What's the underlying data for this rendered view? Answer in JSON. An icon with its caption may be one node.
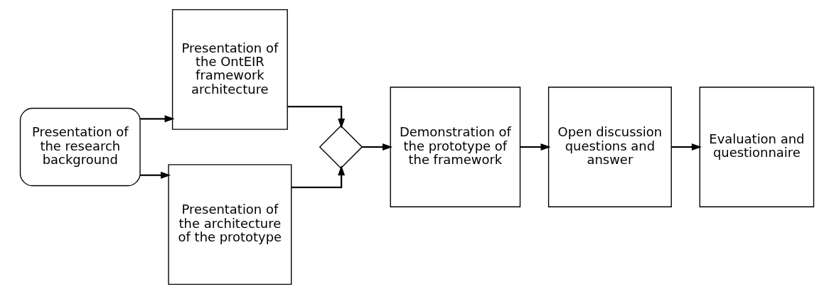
{
  "diagram": {
    "nodes": [
      {
        "text": [
          "Presentation of the research background"
        ]
      },
      {
        "text": [
          "Presentation of the OntEIR framework architecture"
        ]
      },
      {
        "text": [
          "Presentation of the architecture of the prototype"
        ]
      },
      {
        "text": [],
        "shape": "diamond"
      },
      {
        "text": [
          "Demonstration of the prototype of the framework"
        ]
      },
      {
        "text": [
          "Open discussion questions and answer"
        ]
      },
      {
        "text": [
          "Evaluation and questionnaire"
        ]
      }
    ],
    "edges": [
      {
        "from": 0,
        "to": 1,
        "arrow": "to"
      },
      {
        "from": 0,
        "to": 2,
        "arrow": "to"
      },
      {
        "from": 1,
        "to": 3,
        "arrow": "to"
      },
      {
        "from": 2,
        "to": 3,
        "arrow": "to"
      },
      {
        "from": 3,
        "to": 4,
        "arrow": "to"
      },
      {
        "from": 4,
        "to": 5,
        "arrow": "to"
      },
      {
        "from": 5,
        "to": 6,
        "arrow": "to"
      }
    ]
  }
}
